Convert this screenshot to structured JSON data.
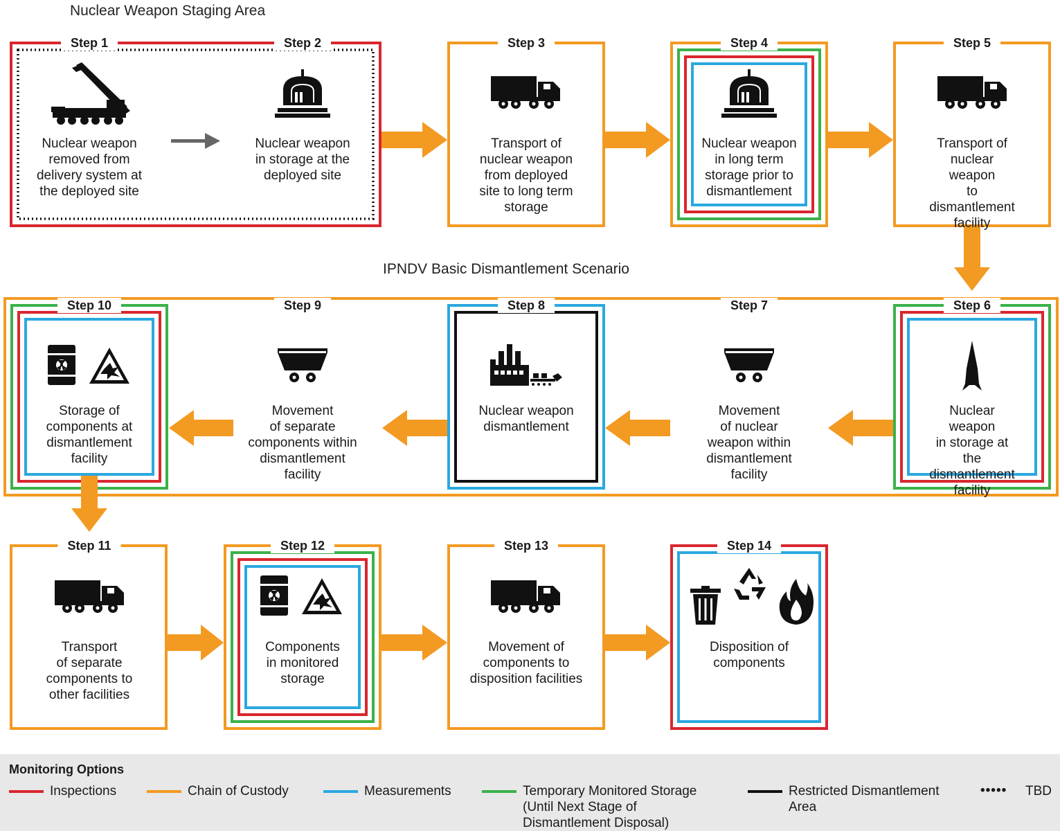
{
  "titles": {
    "staging": "Nuclear Weapon Staging Area",
    "scenario": "IPNDV Basic Dismantlement Scenario"
  },
  "colors": {
    "inspections": "#d9262e",
    "chain_of_custody": "#f39a22",
    "measurements": "#2aa8e0",
    "temporary_storage": "#3bb14a",
    "restricted_area": "#111111",
    "arrow": "#f39a22",
    "gray_arrow": "#666666"
  },
  "steps": [
    {
      "label": "Step 1",
      "text": "Nuclear weapon\nremoved from\ndelivery system at\nthe deployed site",
      "icon": "missile-launcher-icon"
    },
    {
      "label": "Step 2",
      "text": "Nuclear weapon\nin storage at the\ndeployed site",
      "icon": "bunker-icon"
    },
    {
      "label": "Step 3",
      "text": "Transport of\nnuclear weapon\nfrom deployed\nsite to long term\nstorage",
      "icon": "truck-icon"
    },
    {
      "label": "Step 4",
      "text": "Nuclear weapon\nin long term\nstorage prior to\ndismantlement",
      "icon": "bunker-icon"
    },
    {
      "label": "Step 5",
      "text": "Transport of\nnuclear weapon\nto dismantlement\nfacility",
      "icon": "truck-icon"
    },
    {
      "label": "Step 6",
      "text": "Nuclear weapon\nin storage at the\ndismantlement\nfacility",
      "icon": "warhead-icon"
    },
    {
      "label": "Step 7",
      "text": "Movement\nof nuclear\nweapon within\ndismantlement\nfacility",
      "icon": "cart-icon"
    },
    {
      "label": "Step 8",
      "text": "Nuclear weapon\ndismantlement",
      "icon": "factory-icon"
    },
    {
      "label": "Step 9",
      "text": "Movement\nof separate\ncomponents within\ndismantlement\nfacility",
      "icon": "cart-icon"
    },
    {
      "label": "Step 10",
      "text": "Storage of\ncomponents at\ndismantlement\nfacility",
      "icon": "radioactive-barrel-and-explosive-icon"
    },
    {
      "label": "Step 11",
      "text": "Transport\nof separate\ncomponents to\nother facilities",
      "icon": "truck-icon"
    },
    {
      "label": "Step 12",
      "text": "Components\nin monitored\nstorage",
      "icon": "radioactive-barrel-and-explosive-icon"
    },
    {
      "label": "Step 13",
      "text": "Movement of\ncomponents to\ndisposition facilities",
      "icon": "truck-icon"
    },
    {
      "label": "Step 14",
      "text": "Disposition of\ncomponents",
      "icon": "trash-recycle-fire-icon"
    }
  ],
  "legend": {
    "title": "Monitoring Options",
    "items": [
      {
        "label": "Inspections",
        "color": "#d9262e"
      },
      {
        "label": "Chain of Custody",
        "color": "#f39a22"
      },
      {
        "label": "Measurements",
        "color": "#2aa8e0"
      },
      {
        "label": "Temporary Monitored Storage\n(Until Next Stage of\nDismantlement Disposal)",
        "color": "#3bb14a"
      },
      {
        "label": "Restricted Dismantlement\nArea",
        "color": "#111111"
      },
      {
        "label": "TBD",
        "dots": "•••••"
      }
    ]
  }
}
